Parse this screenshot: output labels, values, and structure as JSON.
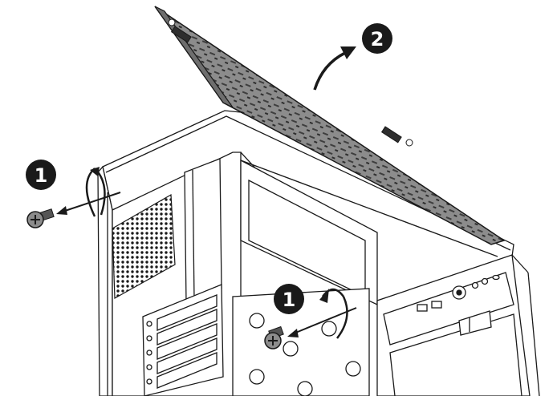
{
  "steps": [
    {
      "label": "1"
    },
    {
      "label": "1"
    },
    {
      "label": "2"
    }
  ],
  "colors": {
    "panel_fill": "#8c8c8c",
    "panel_dark": "#5a5a5a",
    "badge_fill": "#1a1a1a",
    "line": "#1a1a1a",
    "case_fill": "#ffffff"
  },
  "icons": [
    "screw-icon",
    "rotate-arrow-icon",
    "pull-arrow-icon",
    "lift-arrow-icon"
  ]
}
